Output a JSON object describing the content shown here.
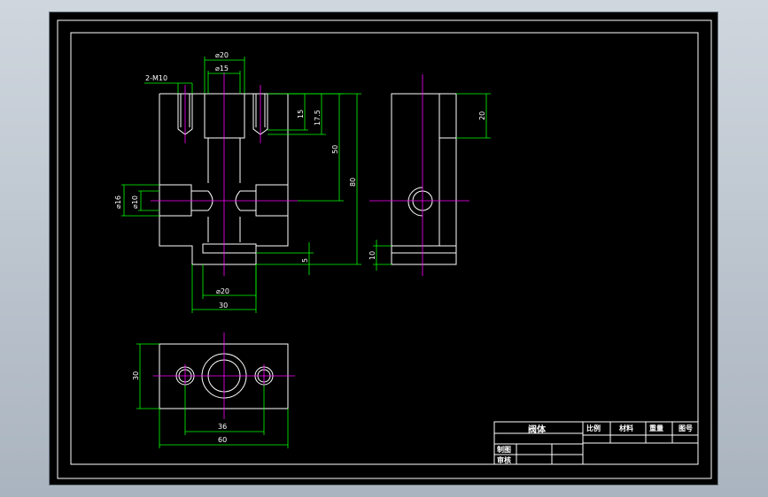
{
  "drawing": {
    "front_view": {
      "thread_label": "2-M10",
      "dia_top_outer": "⌀20",
      "dia_top_inner": "⌀15",
      "dim_15": "15",
      "dim_17_5": "17.5",
      "dim_50": "50",
      "dim_80": "80",
      "dia_side_outer": "⌀16",
      "dia_side_inner": "⌀10",
      "dim_5": "5",
      "dia_bottom": "⌀20",
      "dim_30": "30"
    },
    "side_view": {
      "dim_20": "20",
      "dim_10": "10"
    },
    "top_view": {
      "dim_30": "30",
      "dim_36": "36",
      "dim_60": "60"
    },
    "title_block": {
      "part_name": "阀体",
      "headers": [
        "比例",
        "材料",
        "重量",
        "图号"
      ],
      "drawn_by": "制图",
      "checked_by": "审核"
    }
  },
  "colors": {
    "background": "#000000",
    "outline": "#ffffff",
    "dimension": "#00ff00",
    "centerline": "#ff00ff"
  }
}
